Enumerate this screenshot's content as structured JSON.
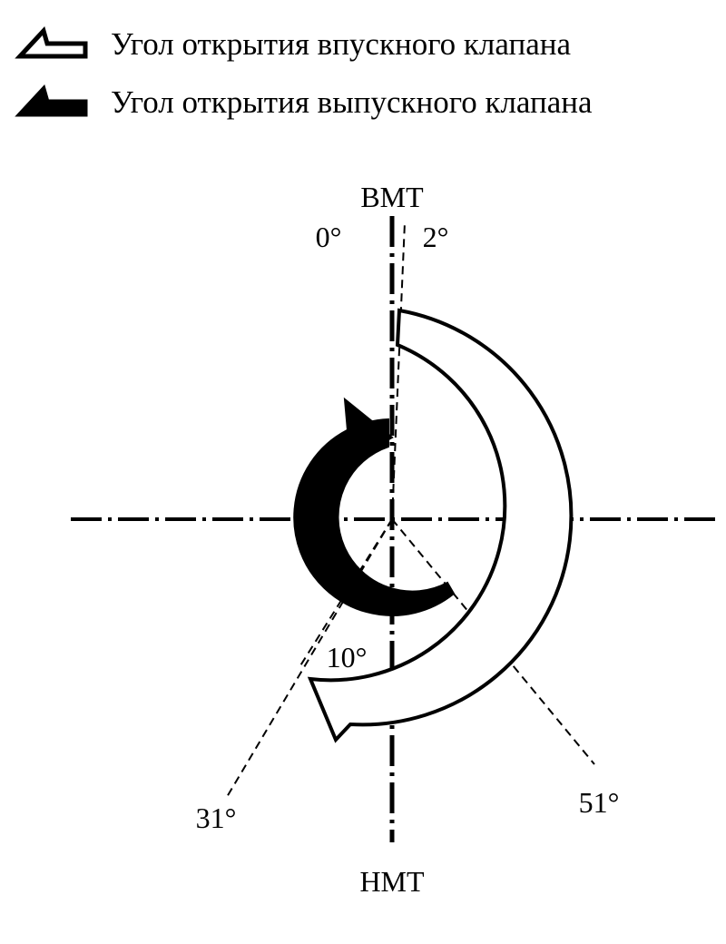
{
  "legend": {
    "intake_label": "Угол открытия впускного клапана",
    "exhaust_label": "Угол открытия выпускного клапана",
    "intake_icon": "hollow-arrow-icon",
    "exhaust_icon": "filled-arrow-icon"
  },
  "diagram": {
    "top_dead_center": "ВМТ",
    "bottom_dead_center": "НМТ",
    "angle_0": "0°",
    "angle_2": "2°",
    "angle_10": "10°",
    "angle_31": "31°",
    "angle_51": "51°"
  },
  "colors": {
    "ink": "#000000",
    "background": "#ffffff"
  }
}
